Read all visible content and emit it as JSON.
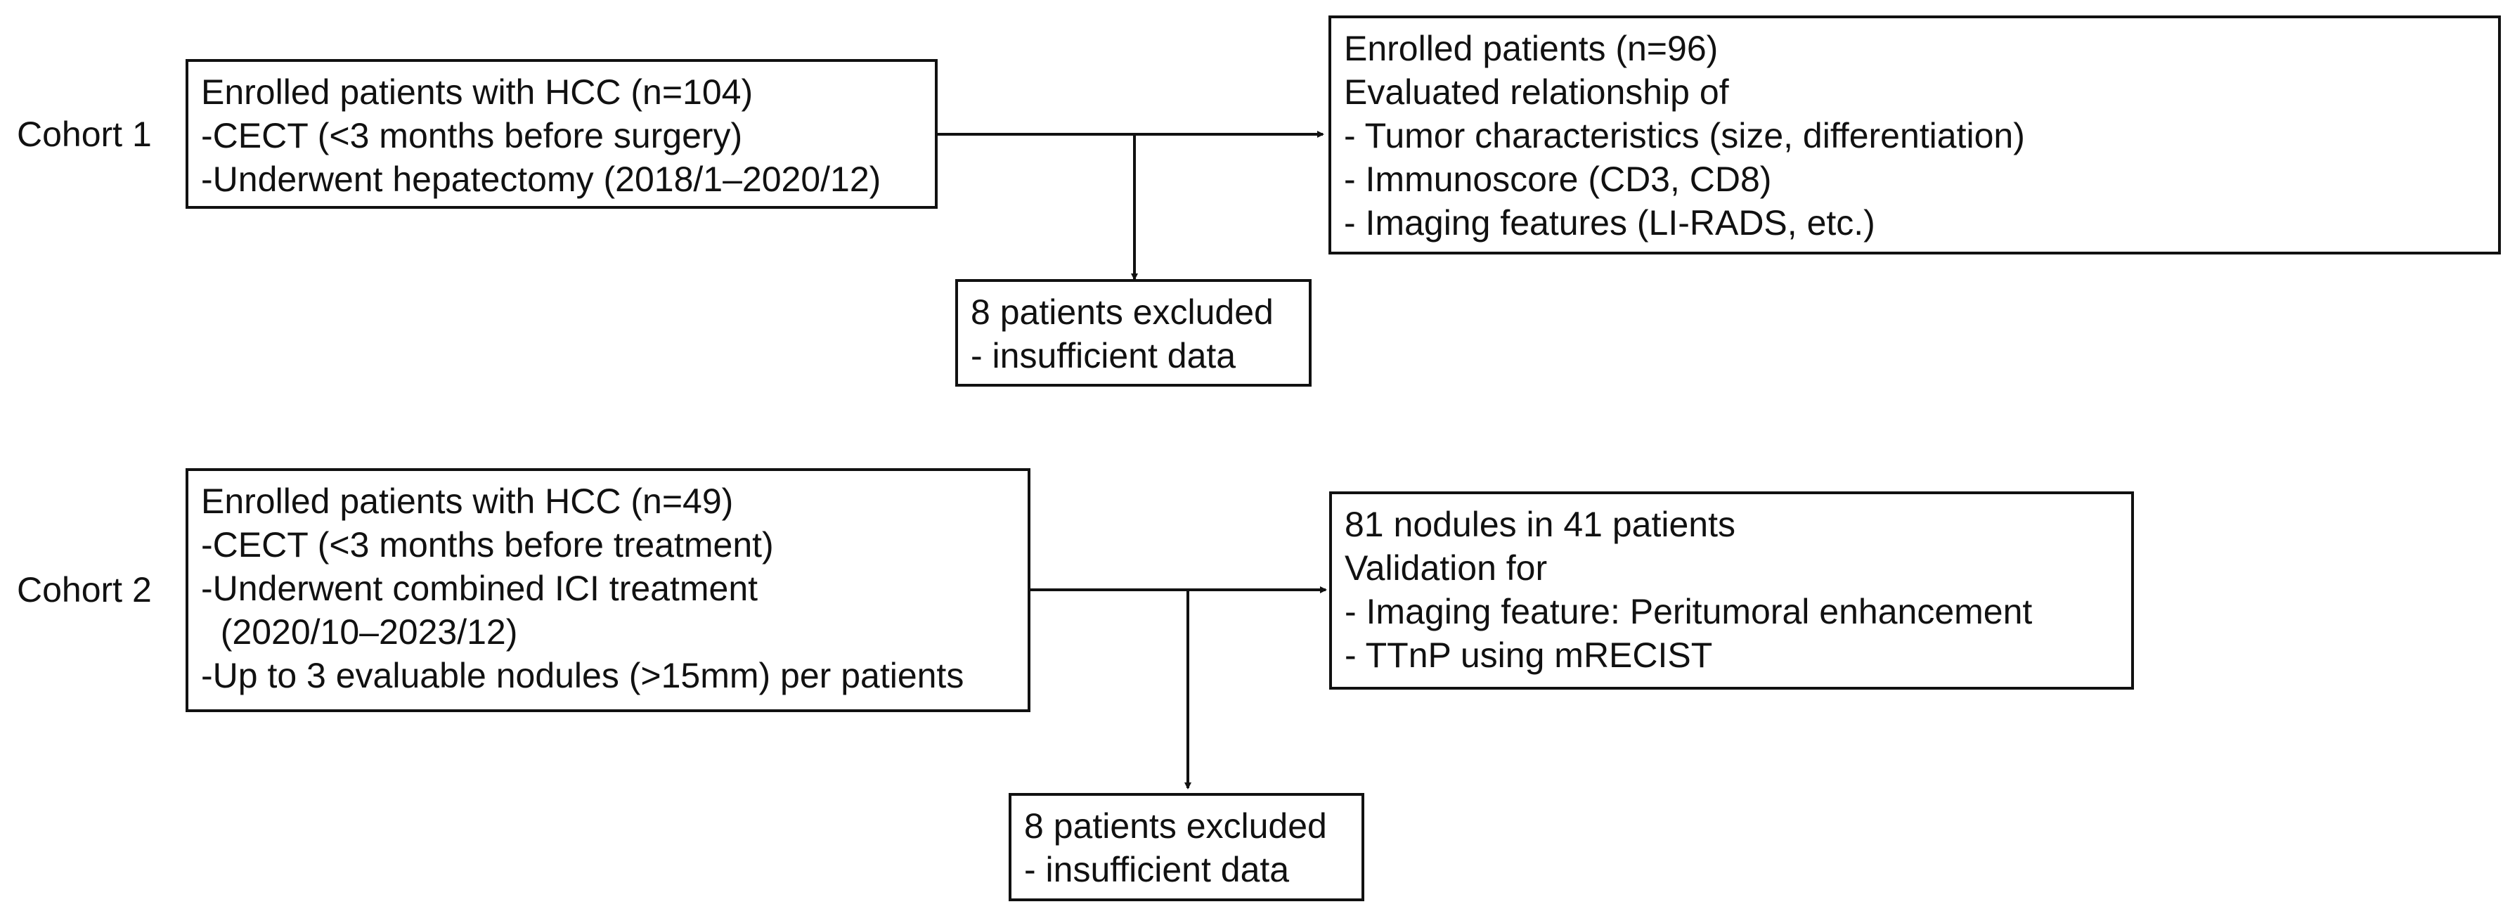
{
  "cohort1": {
    "label": "Cohort 1",
    "enrolled_box": [
      "Enrolled patients with HCC (n=104)",
      "-CECT (<3 months before surgery)",
      "-Underwent hepatectomy (2018/1–2020/12)"
    ],
    "excluded_box": [
      "8 patients excluded",
      "- insufficient data"
    ],
    "result_box": [
      "Enrolled patients (n=96)",
      "Evaluated relationship of",
      "- Tumor characteristics (size, differentiation)",
      "- Immunoscore (CD3, CD8)",
      "- Imaging features (LI-RADS, etc.)"
    ]
  },
  "cohort2": {
    "label": "Cohort 2",
    "enrolled_box": [
      "Enrolled patients with HCC (n=49)",
      "-CECT (<3 months before treatment)",
      "-Underwent combined ICI treatment",
      "  (2020/10–2023/12)",
      "-Up to 3 evaluable nodules (>15mm) per patients"
    ],
    "excluded_box": [
      "8 patients excluded",
      "- insufficient data"
    ],
    "result_box": [
      "81 nodules in 41 patients",
      "Validation for",
      "- Imaging feature: Peritumoral enhancement",
      "- TTnP using mRECIST"
    ]
  }
}
